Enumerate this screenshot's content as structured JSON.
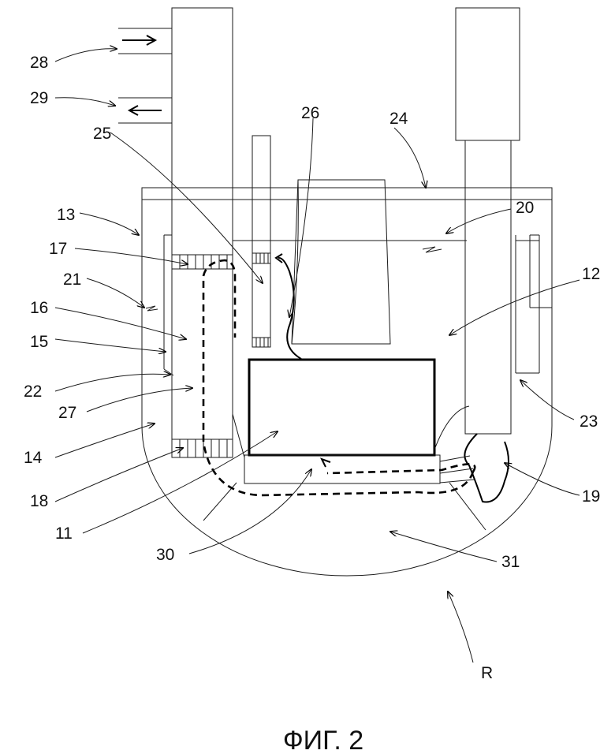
{
  "caption": "ФИГ. 2",
  "labels": {
    "l28": "28",
    "l29": "29",
    "l26": "26",
    "l24": "24",
    "l25": "25",
    "l13": "13",
    "l20": "20",
    "l17": "17",
    "l12": "12",
    "l21": "21",
    "l16": "16",
    "l15": "15",
    "l22": "22",
    "l27": "27",
    "l23": "23",
    "l14": "14",
    "l18": "18",
    "l19": "19",
    "l11": "11",
    "l30": "30",
    "l31": "31",
    "lR": "R"
  }
}
